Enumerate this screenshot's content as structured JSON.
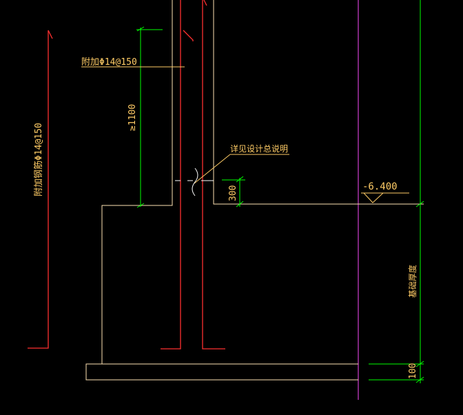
{
  "annotations": {
    "extra_rebar": "附加Φ14@150",
    "vertical_rebar": "附加钢筋Φ14@150",
    "see_notes": "详见设计总说明",
    "elevation": "-6.400",
    "min_length": "≥1100",
    "dim_300": "300",
    "dim_100": "100",
    "foundation_thickness": "基础厚度"
  },
  "colors": {
    "background": "#000000",
    "concrete_outline": "#ffe3b3",
    "rebar": "#ff3030",
    "dimension": "#00ff00",
    "axis": "#d040d0",
    "text": "#ffcc66",
    "cut_mark": "#ffffff"
  }
}
